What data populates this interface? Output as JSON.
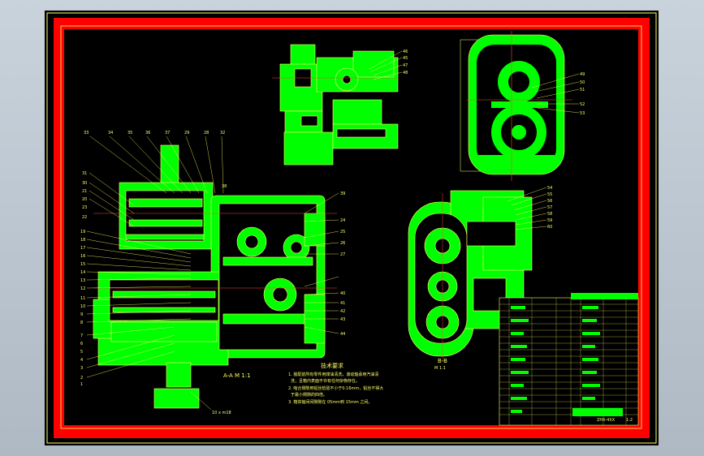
{
  "views": {
    "section_aa": "A-A  M 1:1",
    "section_bb": "B-B",
    "section_bb_scale": "M 1:1"
  },
  "notes": {
    "title": "技术要求",
    "lines": [
      "1. 装配前所有零件用煤油清洗，滚动轴承用汽油清",
      "洗，且箱内表面不许有任何杂物存在。",
      "2. 啮合侧隙用铅丝检验不小于0.16mm，铅丝不得大",
      "于最小侧隙的四倍。",
      "3. 箱体轴间间隙隙在 05mm到 15mm 之间。"
    ]
  },
  "bottom_label": "10 x m18",
  "title_block": {
    "code": "ZHX-4XX",
    "revision": "1:2"
  },
  "callouts_main": [
    "33",
    "34",
    "35",
    "36",
    "37",
    "29",
    "28",
    "32",
    "31",
    "30",
    "38",
    "39",
    "24",
    "25",
    "26",
    "27",
    "40",
    "41",
    "42",
    "43",
    "44",
    "19",
    "18",
    "17",
    "16",
    "15",
    "14",
    "13",
    "12",
    "11",
    "10",
    "9",
    "8",
    "7",
    "6",
    "5",
    "4",
    "3",
    "2",
    "1",
    "21",
    "20",
    "23",
    "22"
  ],
  "callouts_top": [
    "46",
    "45",
    "47",
    "48"
  ],
  "callouts_right": [
    "49",
    "50",
    "51",
    "52",
    "53"
  ],
  "callouts_bb": [
    "54",
    "55",
    "56",
    "57",
    "58",
    "59",
    "60"
  ],
  "colors": {
    "frame": "#ff0000",
    "parts": "#00ff00",
    "text": "#ffff66",
    "sheet": "#000000"
  }
}
